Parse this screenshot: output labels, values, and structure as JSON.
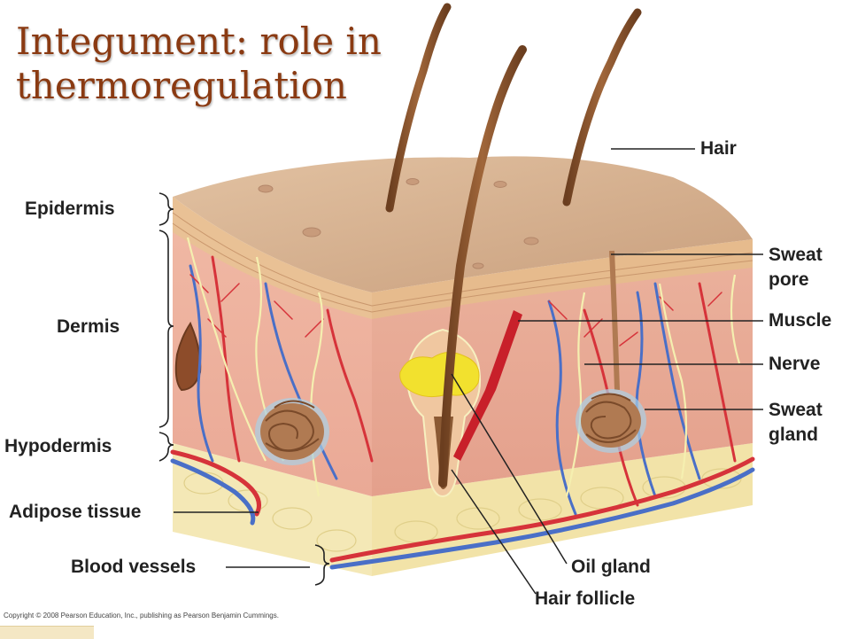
{
  "title": {
    "line1": "Integument: role in",
    "line2": "thermoregulation"
  },
  "labels": {
    "hair": "Hair",
    "epidermis": "Epidermis",
    "dermis": "Dermis",
    "hypodermis": "Hypodermis",
    "adipose_tissue": "Adipose tissue",
    "blood_vessels": "Blood vessels",
    "sweat_pore_1": "Sweat",
    "sweat_pore_2": "pore",
    "muscle": "Muscle",
    "nerve": "Nerve",
    "sweat_gland_1": "Sweat",
    "sweat_gland_2": "gland",
    "oil_gland": "Oil gland",
    "hair_follicle": "Hair follicle"
  },
  "copyright": "Copyright © 2008 Pearson Education, Inc., publishing as Pearson Benjamin Cummings.",
  "colors": {
    "title": "#8a3a12",
    "skin_surface": "#d9b28f",
    "epidermis": "#e8bf93",
    "dermis": "#efb3a0",
    "hypodermis": "#f3e6b0",
    "hair": "#8b5a34",
    "artery": "#d6333a",
    "vein": "#4a6fc7",
    "nerve": "#f5efb0",
    "oil_gland": "#f2e12e",
    "leader_line": "#222222"
  }
}
